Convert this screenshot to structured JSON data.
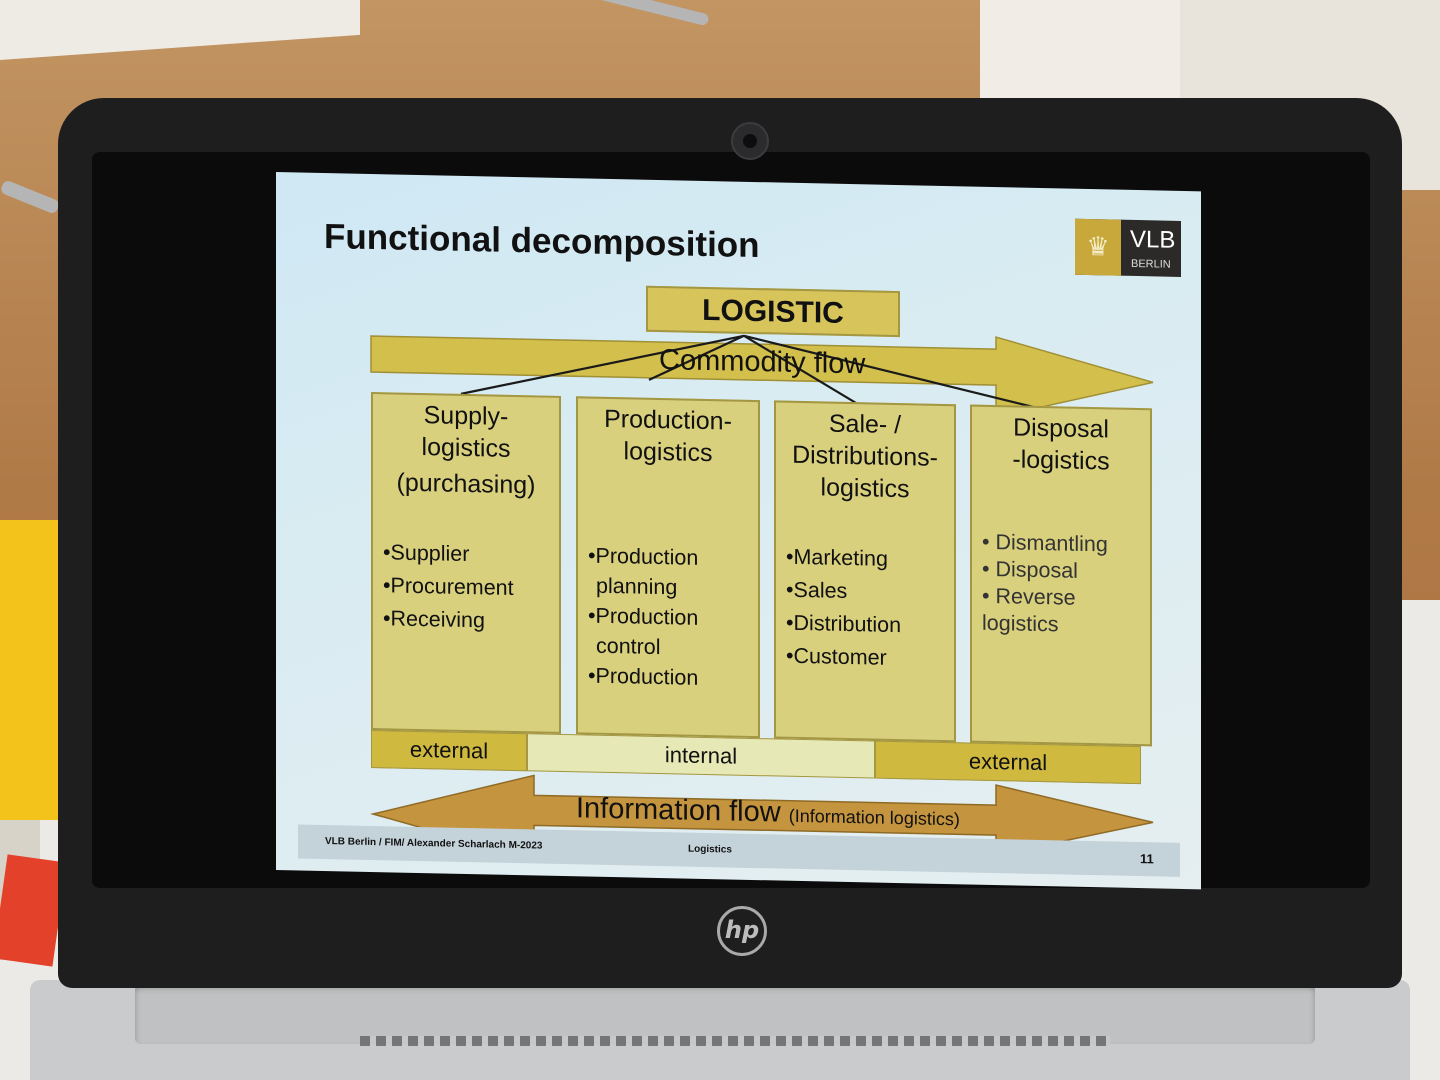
{
  "slide": {
    "title": "Functional decomposition",
    "logo": {
      "name": "VLB",
      "sub": "BERLIN",
      "icon": "crest-icon"
    },
    "root": "LOGISTIC",
    "commodity_flow": "Commodity flow",
    "columns": [
      {
        "head": [
          "Supply-",
          "logistics",
          "(purchasing)"
        ],
        "items": [
          "•Supplier",
          "•Procurement",
          "•Receiving"
        ]
      },
      {
        "head": [
          "Production-",
          "logistics"
        ],
        "items": [
          "•Production",
          " planning",
          "•Production",
          " control",
          "•Production"
        ]
      },
      {
        "head": [
          "Sale- /",
          "Distributions-",
          "logistics"
        ],
        "items": [
          "•Marketing",
          "•Sales",
          "•Distribution",
          "•Customer"
        ]
      },
      {
        "head": [
          "Disposal",
          "-logistics"
        ],
        "items": [
          "• Dismantling",
          "• Disposal",
          "• Reverse",
          "logistics"
        ]
      }
    ],
    "bands": {
      "left": "external",
      "middle": "internal",
      "right": "external"
    },
    "information_flow": "Information flow",
    "information_flow_note": "(Information logistics)",
    "footer": {
      "left": "VLB Berlin / FIM/ Alexander Scharlach M-2023",
      "center": "Logistics",
      "page": "11"
    }
  },
  "colors": {
    "box_fill": "#d9d07e",
    "arrow_fill": "#d2bf4c",
    "info_arrow": "#c4943e",
    "band_dark": "#cfb93f",
    "band_light": "#e6e9b5"
  },
  "device": {
    "brand": "hp-logo"
  }
}
